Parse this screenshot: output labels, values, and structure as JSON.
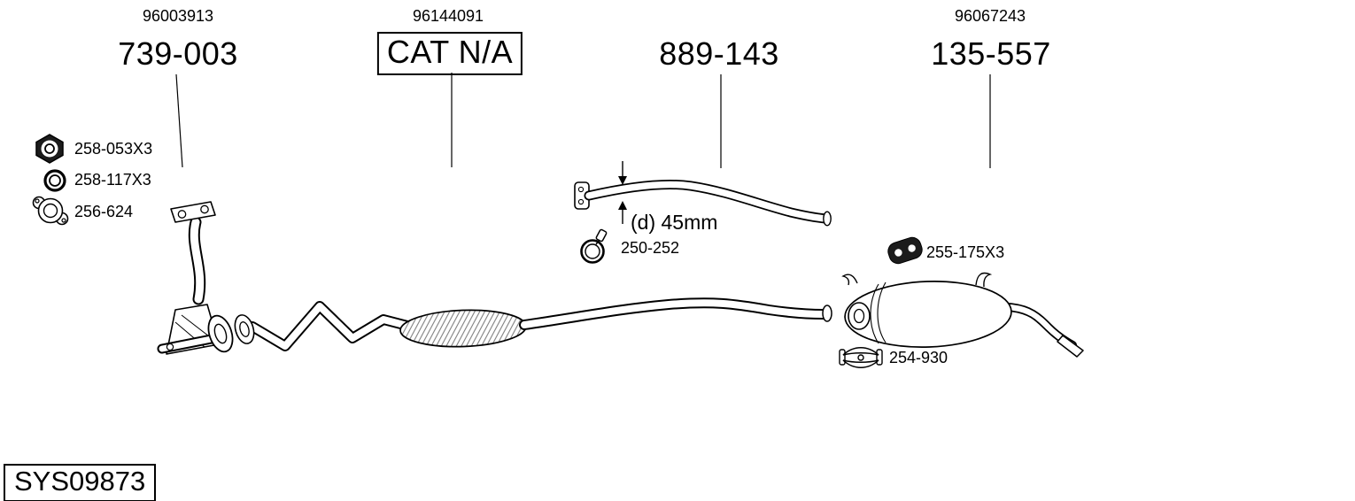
{
  "page": {
    "background": "#ffffff",
    "ink": "#000000"
  },
  "callouts": [
    {
      "oem": "96003913",
      "part": "739-003",
      "boxed": false
    },
    {
      "oem": "96144091",
      "part": "CAT N/A",
      "boxed": true
    },
    {
      "oem": "",
      "part": "889-143",
      "boxed": false
    },
    {
      "oem": "96067243",
      "part": "135-557",
      "boxed": false
    }
  ],
  "legend": {
    "items": [
      {
        "icon": "hex-nut-icon",
        "label": "258-053X3"
      },
      {
        "icon": "washer-icon",
        "label": "258-117X3"
      },
      {
        "icon": "gasket-icon",
        "label": "256-624"
      }
    ]
  },
  "annotations": {
    "dimension": {
      "label": "(d) 45mm"
    },
    "clamp_front": {
      "icon": "clamp-icon",
      "label": "250-252"
    },
    "hanger": {
      "icon": "hanger-icon",
      "label": "255-175X3"
    },
    "clamp_rear": {
      "icon": "clamp-icon",
      "label": "254-930"
    }
  },
  "footer": {
    "system_code": "SYS09873"
  }
}
